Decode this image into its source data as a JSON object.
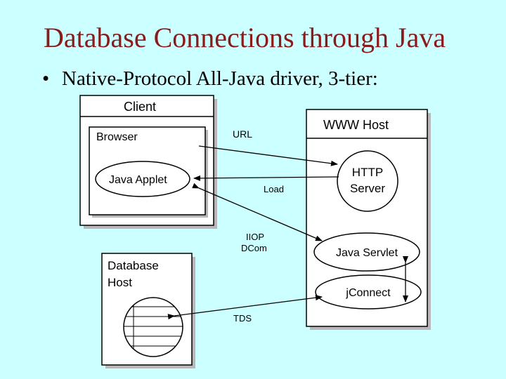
{
  "slide": {
    "title": "Database Connections through Java",
    "bullet_symbol": "•",
    "bullet_text": "Native-Protocol All-Java driver, 3-tier:"
  },
  "diagram": {
    "client_box": "Client",
    "browser_box": "Browser",
    "java_applet": "Java Applet",
    "www_host_box": "WWW Host",
    "http_server_line1": "HTTP",
    "http_server_line2": "Server",
    "java_servlet": "Java Servlet",
    "jconnect": "jConnect",
    "database_host_line1": "Database",
    "database_host_line2": "Host",
    "label_url": "URL",
    "label_load": "Load",
    "label_iiop": "IIOP",
    "label_dcom": "DCom",
    "label_tds": "TDS"
  },
  "colors": {
    "background": "#ccffff",
    "title": "#8b1a1a",
    "box_fill": "#ffffff",
    "shadow": "#b8b8b8"
  }
}
